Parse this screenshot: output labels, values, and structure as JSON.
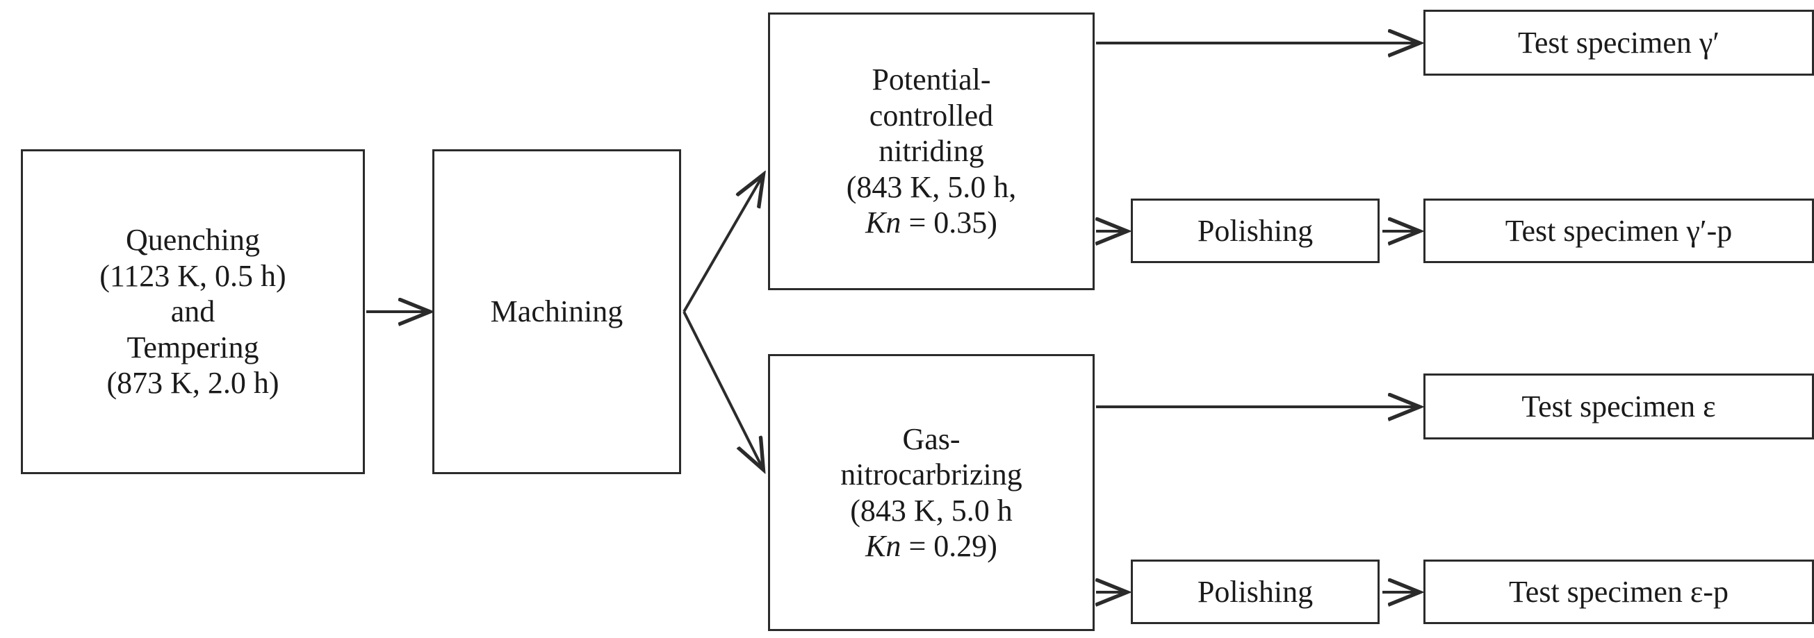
{
  "diagram": {
    "title": "Heat treatment and specimen preparation flow chart",
    "type": "process-flowchart",
    "background_color": "#ffffff",
    "line_color": "#2b2b2b",
    "text_color": "#1a1a1a",
    "nodes": {
      "quenching": {
        "name": "quenching-tempering",
        "lines": [
          "Quenching",
          "(1123 K, 0.5 h)",
          "and",
          "Tempering",
          "(873 K, 2.0 h)"
        ]
      },
      "machining": {
        "name": "machining",
        "lines": [
          "Machining"
        ]
      },
      "nitriding": {
        "name": "potential-controlled-nitriding",
        "lines": [
          "Potential-",
          "controlled",
          "nitriding",
          "(843 K, 5.0 h,"
        ],
        "kn_line_prefix": "Kn",
        "kn_line_suffix": " = 0.35)"
      },
      "gas_nitrocarburizing": {
        "name": "gas-nitrocarbrizing",
        "lines": [
          "Gas-",
          "nitrocarbrizing",
          "(843 K, 5.0 h"
        ],
        "kn_line_prefix": "Kn",
        "kn_line_suffix": " = 0.29)"
      },
      "polishing_top": {
        "name": "polishing-gamma-prime",
        "lines": [
          "Polishing"
        ]
      },
      "polishing_bottom": {
        "name": "polishing-epsilon",
        "lines": [
          "Polishing"
        ]
      },
      "specimen_gamma_prime": {
        "name": "test-specimen-gamma-prime",
        "lines": [
          "Test specimen  γ′"
        ]
      },
      "specimen_gamma_prime_p": {
        "name": "test-specimen-gamma-prime-p",
        "lines": [
          "Test specimen  γ′-p"
        ]
      },
      "specimen_epsilon": {
        "name": "test-specimen-epsilon",
        "lines": [
          "Test specimen  ε"
        ]
      },
      "specimen_epsilon_p": {
        "name": "test-specimen-epsilon-p",
        "lines": [
          "Test specimen  ε-p"
        ]
      }
    },
    "edges": [
      {
        "name": "quenching-to-machining",
        "from": "quenching",
        "to": "machining",
        "style": "straight-arrow"
      },
      {
        "name": "machining-to-nitriding",
        "from": "machining",
        "to": "nitriding",
        "style": "diagonal-arrow-up"
      },
      {
        "name": "machining-to-gas",
        "from": "machining",
        "to": "gas_nitrocarburizing",
        "style": "diagonal-arrow-down"
      },
      {
        "name": "nitriding-to-specimen-gamma-prime",
        "from": "nitriding",
        "to": "specimen_gamma_prime",
        "style": "straight-arrow"
      },
      {
        "name": "nitriding-to-polishing",
        "from": "nitriding",
        "to": "polishing_top",
        "style": "straight-arrow"
      },
      {
        "name": "polishing-to-specimen-gamma-p",
        "from": "polishing_top",
        "to": "specimen_gamma_prime_p",
        "style": "straight-arrow"
      },
      {
        "name": "gas-to-specimen-epsilon",
        "from": "gas_nitrocarburizing",
        "to": "specimen_epsilon",
        "style": "straight-arrow"
      },
      {
        "name": "gas-to-polishing",
        "from": "gas_nitrocarburizing",
        "to": "polishing_bottom",
        "style": "straight-arrow"
      },
      {
        "name": "polishing-to-specimen-epsilon-p",
        "from": "polishing_bottom",
        "to": "specimen_epsilon_p",
        "style": "straight-arrow"
      }
    ]
  }
}
